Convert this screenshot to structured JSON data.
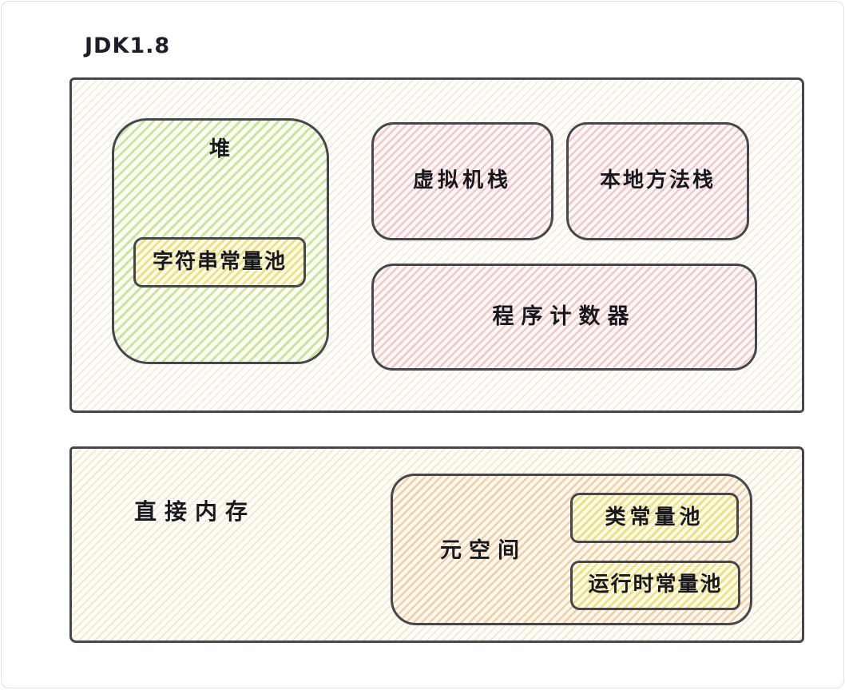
{
  "title": "JDK1.8",
  "colors": {
    "stroke": "#44474e",
    "heap_fill": "#cbe69c",
    "constant_pool_fill": "#f0e083",
    "stack_fill": "#f4c6c6",
    "metaspace_fill": "#f5cda0",
    "area_fill": "#f1eedd",
    "direct_memory_area_fill": "#f7e7cf"
  },
  "runtime_area": {
    "heap": "堆",
    "string_constant_pool": "字符串常量池",
    "vm_stack": "虚拟机栈",
    "native_method_stack": "本地方法栈",
    "program_counter": "程序计数器"
  },
  "direct_memory_area": {
    "direct_memory": "直接内存",
    "metaspace": "元空间",
    "class_constant_pool": "类常量池",
    "runtime_constant_pool": "运行时常量池"
  }
}
